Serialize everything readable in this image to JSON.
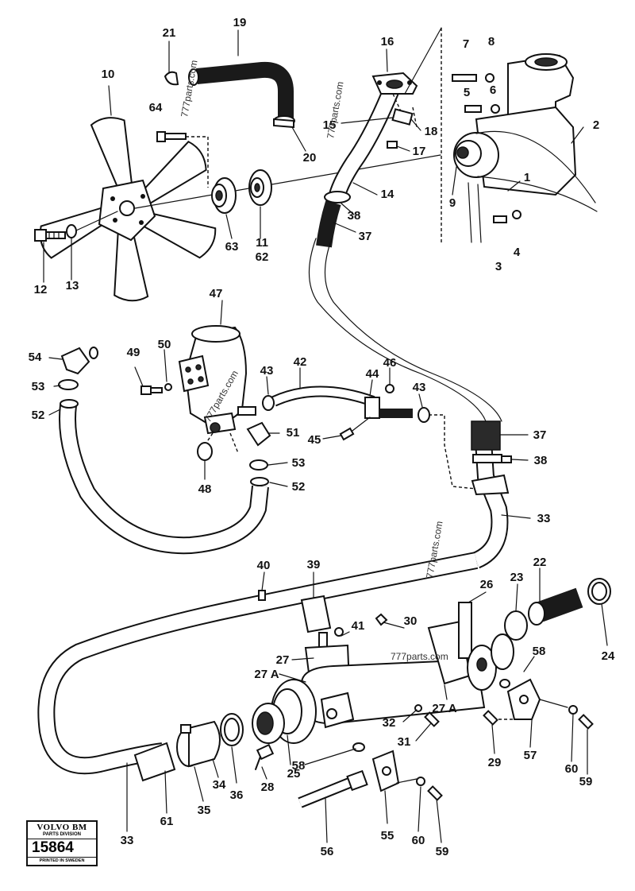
{
  "callouts": [
    {
      "id": "c1",
      "text": "1"
    },
    {
      "id": "c2",
      "text": "2"
    },
    {
      "id": "c3",
      "text": "3"
    },
    {
      "id": "c4",
      "text": "4"
    },
    {
      "id": "c5",
      "text": "5"
    },
    {
      "id": "c6",
      "text": "6"
    },
    {
      "id": "c7",
      "text": "7"
    },
    {
      "id": "c8",
      "text": "8"
    },
    {
      "id": "c9",
      "text": "9"
    },
    {
      "id": "c10",
      "text": "10"
    },
    {
      "id": "c11",
      "text": "11"
    },
    {
      "id": "c12",
      "text": "12"
    },
    {
      "id": "c13",
      "text": "13"
    },
    {
      "id": "c14",
      "text": "14"
    },
    {
      "id": "c15",
      "text": "15"
    },
    {
      "id": "c16",
      "text": "16"
    },
    {
      "id": "c17",
      "text": "17"
    },
    {
      "id": "c18",
      "text": "18"
    },
    {
      "id": "c19",
      "text": "19"
    },
    {
      "id": "c20",
      "text": "20"
    },
    {
      "id": "c21",
      "text": "21"
    },
    {
      "id": "c22",
      "text": "22"
    },
    {
      "id": "c23",
      "text": "23"
    },
    {
      "id": "c24",
      "text": "24"
    },
    {
      "id": "c25",
      "text": "25"
    },
    {
      "id": "c26",
      "text": "26"
    },
    {
      "id": "c27",
      "text": "27"
    },
    {
      "id": "c27a1",
      "text": "27 A"
    },
    {
      "id": "c27a2",
      "text": "27 A"
    },
    {
      "id": "c28",
      "text": "28"
    },
    {
      "id": "c29",
      "text": "29"
    },
    {
      "id": "c30",
      "text": "30"
    },
    {
      "id": "c31",
      "text": "31"
    },
    {
      "id": "c32",
      "text": "32"
    },
    {
      "id": "c33a",
      "text": "33"
    },
    {
      "id": "c33b",
      "text": "33"
    },
    {
      "id": "c34",
      "text": "34"
    },
    {
      "id": "c35",
      "text": "35"
    },
    {
      "id": "c36",
      "text": "36"
    },
    {
      "id": "c37a",
      "text": "37"
    },
    {
      "id": "c37b",
      "text": "37"
    },
    {
      "id": "c38a",
      "text": "38"
    },
    {
      "id": "c38b",
      "text": "38"
    },
    {
      "id": "c39",
      "text": "39"
    },
    {
      "id": "c40",
      "text": "40"
    },
    {
      "id": "c41",
      "text": "41"
    },
    {
      "id": "c42",
      "text": "42"
    },
    {
      "id": "c43a",
      "text": "43"
    },
    {
      "id": "c43b",
      "text": "43"
    },
    {
      "id": "c44",
      "text": "44"
    },
    {
      "id": "c45",
      "text": "45"
    },
    {
      "id": "c46",
      "text": "46"
    },
    {
      "id": "c47",
      "text": "47"
    },
    {
      "id": "c48",
      "text": "48"
    },
    {
      "id": "c49",
      "text": "49"
    },
    {
      "id": "c50",
      "text": "50"
    },
    {
      "id": "c51",
      "text": "51"
    },
    {
      "id": "c52a",
      "text": "52"
    },
    {
      "id": "c52b",
      "text": "52"
    },
    {
      "id": "c53a",
      "text": "53"
    },
    {
      "id": "c53b",
      "text": "53"
    },
    {
      "id": "c54",
      "text": "54"
    },
    {
      "id": "c55",
      "text": "55"
    },
    {
      "id": "c56",
      "text": "56"
    },
    {
      "id": "c57",
      "text": "57"
    },
    {
      "id": "c58a",
      "text": "58"
    },
    {
      "id": "c58b",
      "text": "58"
    },
    {
      "id": "c59a",
      "text": "59"
    },
    {
      "id": "c59b",
      "text": "59"
    },
    {
      "id": "c60a",
      "text": "60"
    },
    {
      "id": "c60b",
      "text": "60"
    },
    {
      "id": "c61",
      "text": "61"
    },
    {
      "id": "c62",
      "text": "62"
    },
    {
      "id": "c63",
      "text": "63"
    },
    {
      "id": "c64",
      "text": "64"
    }
  ],
  "watermarks": [
    {
      "id": "w1",
      "text": "777parts.com"
    },
    {
      "id": "w2",
      "text": "777parts.com"
    },
    {
      "id": "w3",
      "text": "777parts.com"
    },
    {
      "id": "w4",
      "text": "777parts.com"
    },
    {
      "id": "w5",
      "text": "777parts.com"
    }
  ],
  "badge": {
    "brand": "VOLVO BM",
    "division": "PARTS DIVISION",
    "number": "15864",
    "printed": "PRINTED IN SWEDEN"
  }
}
